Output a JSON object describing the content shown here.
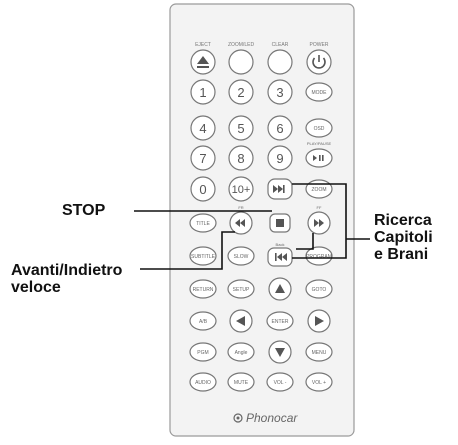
{
  "remote": {
    "top_labels": [
      "EJECT",
      "ZOOM/LED",
      "CLEAR",
      "POWER"
    ],
    "digits": [
      "1",
      "2",
      "3",
      "4",
      "5",
      "6",
      "7",
      "8",
      "9",
      "0",
      "10+"
    ],
    "side_buttons": [
      "MODE",
      "OSD",
      "ZOOM"
    ],
    "small_caption_play": "PLAY/PAUSE",
    "left_column": [
      "TITLE",
      "SUBTITLE",
      "RETURN",
      "A/B",
      "PGM",
      "AUDIO"
    ],
    "middle_column": [
      "SLOW",
      "SETUP",
      "Angle",
      "MUTE"
    ],
    "right_column": [
      "PROGRAM",
      "GOTO",
      "ENTER",
      "MENU",
      "VOL +",
      "VOL -"
    ],
    "fr_label": "FR",
    "ff_label": "FF",
    "back_label": "Back",
    "brand": "Phonocar"
  },
  "callouts": {
    "stop": "STOP",
    "fast_line1": "Avanti/Indietro",
    "fast_line2": "veloce",
    "search_line1": "Ricerca",
    "search_line2": "Capitoli",
    "search_line3": "e Brani"
  }
}
